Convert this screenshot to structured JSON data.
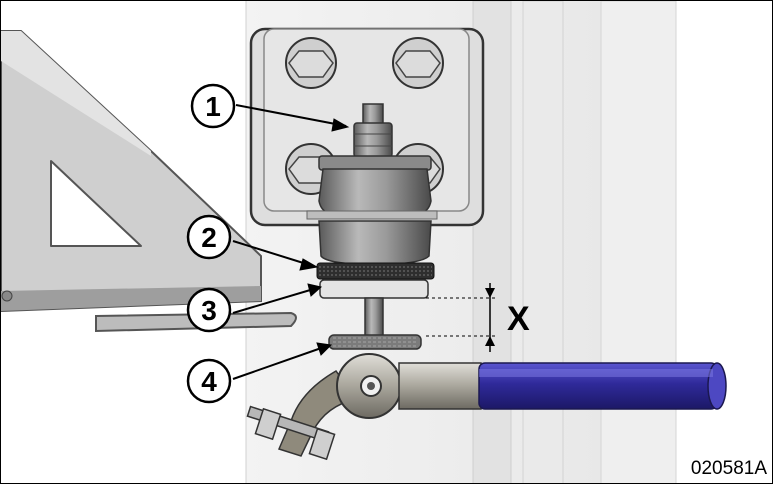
{
  "callouts": {
    "c1": "1",
    "c2": "2",
    "c3": "3",
    "c4": "4"
  },
  "dimension": {
    "label": "X"
  },
  "figure_id": "020581A",
  "colors": {
    "handle": "#3b35a8",
    "metal_light": "#d4d4d4",
    "metal_dark": "#6a6a6a",
    "background_panel": "#ececec"
  }
}
